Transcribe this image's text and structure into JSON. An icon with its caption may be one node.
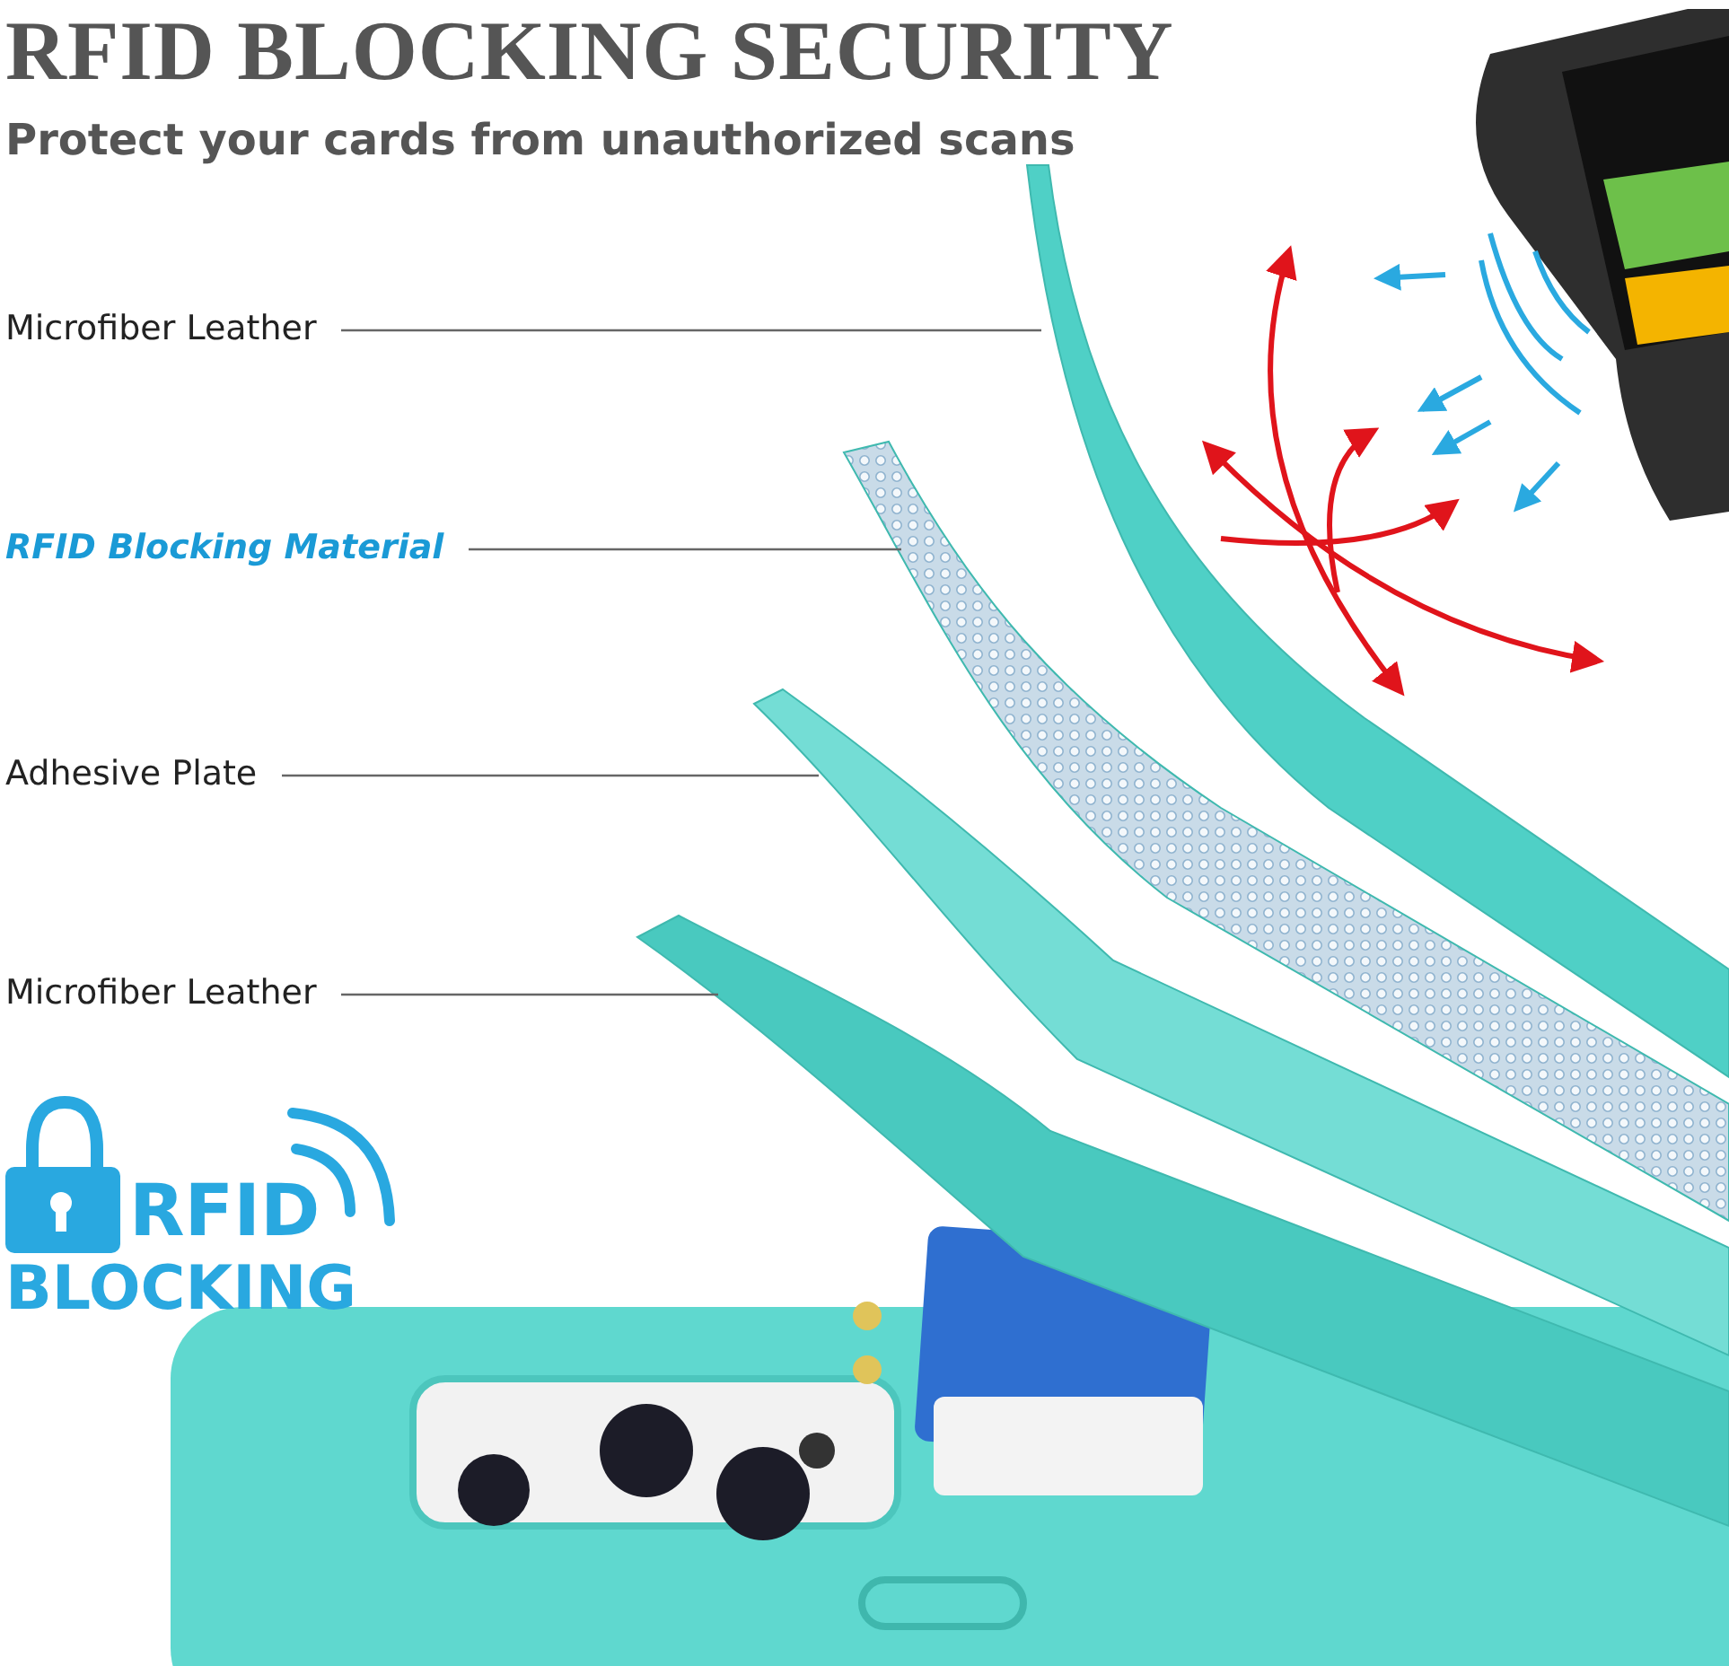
{
  "diagram": {
    "title": "RFID BLOCKING SECURITY",
    "nodes": [
      {
        "text": [
          "Microfiber Leather"
        ]
      },
      {
        "text": [
          "RFID Blocking Material"
        ]
      },
      {
        "text": [
          "Adhesive Plate"
        ]
      },
      {
        "text": [
          "Microfiber Leather"
        ]
      },
      {
        "text": [],
        "shape": "picture"
      },
      {
        "text": [],
        "shape": "picture"
      },
      {
        "text": [],
        "shape": "picture"
      },
      {
        "text": [],
        "shape": "picture"
      }
    ],
    "edges": [
      {
        "from": 0,
        "to": 4,
        "arrow": "none"
      },
      {
        "from": 1,
        "to": 5,
        "arrow": "none"
      },
      {
        "from": 2,
        "to": 6,
        "arrow": "none"
      },
      {
        "from": 3,
        "to": 7,
        "arrow": "none"
      }
    ],
    "labels": [
      "Protect your cards from unauthorized scans",
      "RFID",
      "BLOCKING"
    ]
  }
}
